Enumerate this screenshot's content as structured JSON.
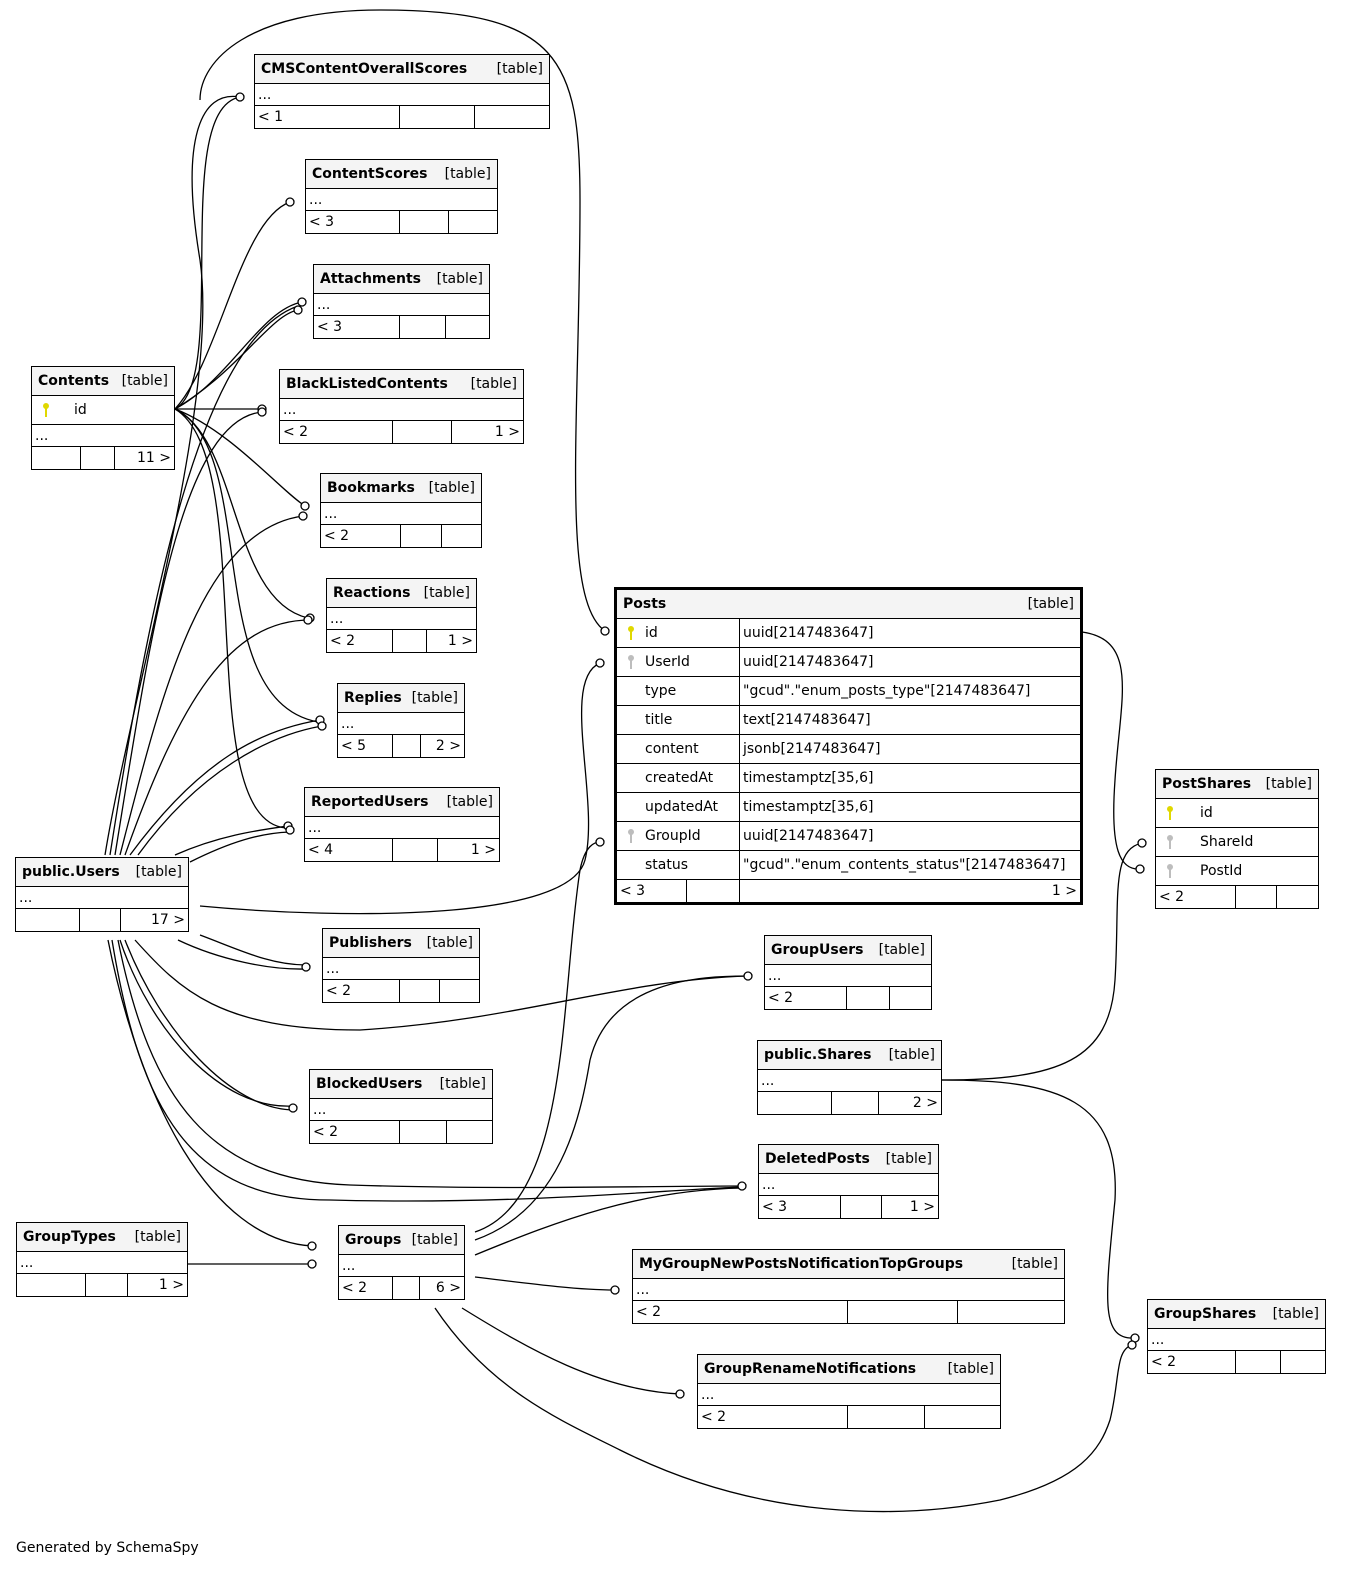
{
  "footer": {
    "credit": "Generated by SchemaSpy"
  },
  "colors": {
    "primary_key": "#e0d800",
    "foreign_key": "#bdbdbd",
    "header_bg": "#f4f4f4"
  },
  "tables": {
    "CMSContentOverallScores": {
      "name": "CMSContentOverallScores",
      "type": "[table]",
      "ellipsis": "...",
      "footer": [
        "< 1",
        "",
        ""
      ]
    },
    "ContentScores": {
      "name": "ContentScores",
      "type": "[table]",
      "ellipsis": "...",
      "footer": [
        "< 3",
        "",
        ""
      ]
    },
    "Attachments": {
      "name": "Attachments",
      "type": "[table]",
      "ellipsis": "...",
      "footer": [
        "< 3",
        "",
        ""
      ]
    },
    "BlackListedContents": {
      "name": "BlackListedContents",
      "type": "[table]",
      "ellipsis": "...",
      "footer": [
        "< 2",
        "",
        "1 >"
      ]
    },
    "Bookmarks": {
      "name": "Bookmarks",
      "type": "[table]",
      "ellipsis": "...",
      "footer": [
        "< 2",
        "",
        ""
      ]
    },
    "Reactions": {
      "name": "Reactions",
      "type": "[table]",
      "ellipsis": "...",
      "footer": [
        "< 2",
        "",
        "1 >"
      ]
    },
    "Replies": {
      "name": "Replies",
      "type": "[table]",
      "ellipsis": "...",
      "footer": [
        "< 5",
        "",
        "2 >"
      ]
    },
    "ReportedUsers": {
      "name": "ReportedUsers",
      "type": "[table]",
      "ellipsis": "...",
      "footer": [
        "< 4",
        "",
        "1 >"
      ]
    },
    "Contents": {
      "name": "Contents",
      "type": "[table]",
      "columns": [
        {
          "name": "id",
          "key": "primary"
        }
      ],
      "ellipsis": "...",
      "footer": [
        "",
        "",
        "11 >"
      ]
    },
    "Users": {
      "name": "public.Users",
      "type": "[table]",
      "ellipsis": "...",
      "footer": [
        "",
        "",
        "17 >"
      ]
    },
    "Publishers": {
      "name": "Publishers",
      "type": "[table]",
      "ellipsis": "...",
      "footer": [
        "< 2",
        "",
        ""
      ]
    },
    "BlockedUsers": {
      "name": "BlockedUsers",
      "type": "[table]",
      "ellipsis": "...",
      "footer": [
        "< 2",
        "",
        ""
      ]
    },
    "GroupTypes": {
      "name": "GroupTypes",
      "type": "[table]",
      "ellipsis": "...",
      "footer": [
        "",
        "",
        "1 >"
      ]
    },
    "Groups": {
      "name": "Groups",
      "type": "[table]",
      "ellipsis": "...",
      "footer": [
        "< 2",
        "",
        "6 >"
      ]
    },
    "Posts": {
      "name": "Posts",
      "type": "[table]",
      "columns": [
        {
          "name": "id",
          "type": "uuid[2147483647]",
          "key": "primary"
        },
        {
          "name": "UserId",
          "type": "uuid[2147483647]",
          "key": "foreign"
        },
        {
          "name": "type",
          "type": "\"gcud\".\"enum_posts_type\"[2147483647]",
          "key": ""
        },
        {
          "name": "title",
          "type": "text[2147483647]",
          "key": ""
        },
        {
          "name": "content",
          "type": "jsonb[2147483647]",
          "key": ""
        },
        {
          "name": "createdAt",
          "type": "timestamptz[35,6]",
          "key": ""
        },
        {
          "name": "updatedAt",
          "type": "timestamptz[35,6]",
          "key": ""
        },
        {
          "name": "GroupId",
          "type": "uuid[2147483647]",
          "key": "foreign"
        },
        {
          "name": "status",
          "type": "\"gcud\".\"enum_contents_status\"[2147483647]",
          "key": ""
        }
      ],
      "footer": [
        "< 3",
        "",
        "1 >"
      ]
    },
    "PostShares": {
      "name": "PostShares",
      "type": "[table]",
      "columns": [
        {
          "name": "id",
          "key": "primary"
        },
        {
          "name": "ShareId",
          "key": "foreign"
        },
        {
          "name": "PostId",
          "key": "foreign"
        }
      ],
      "footer": [
        "< 2",
        "",
        ""
      ]
    },
    "GroupUsers": {
      "name": "GroupUsers",
      "type": "[table]",
      "ellipsis": "...",
      "footer": [
        "< 2",
        "",
        ""
      ]
    },
    "Shares": {
      "name": "public.Shares",
      "type": "[table]",
      "ellipsis": "...",
      "footer": [
        "",
        "",
        "2 >"
      ]
    },
    "DeletedPosts": {
      "name": "DeletedPosts",
      "type": "[table]",
      "ellipsis": "...",
      "footer": [
        "< 3",
        "",
        "1 >"
      ]
    },
    "MyGroupNewPostsNotificationTopGroups": {
      "name": "MyGroupNewPostsNotificationTopGroups",
      "type": "[table]",
      "ellipsis": "...",
      "footer": [
        "< 2",
        "",
        ""
      ]
    },
    "GroupRenameNotifications": {
      "name": "GroupRenameNotifications",
      "type": "[table]",
      "ellipsis": "...",
      "footer": [
        "< 2",
        "",
        ""
      ]
    },
    "GroupShares": {
      "name": "GroupShares",
      "type": "[table]",
      "ellipsis": "...",
      "footer": [
        "< 2",
        "",
        ""
      ]
    }
  }
}
